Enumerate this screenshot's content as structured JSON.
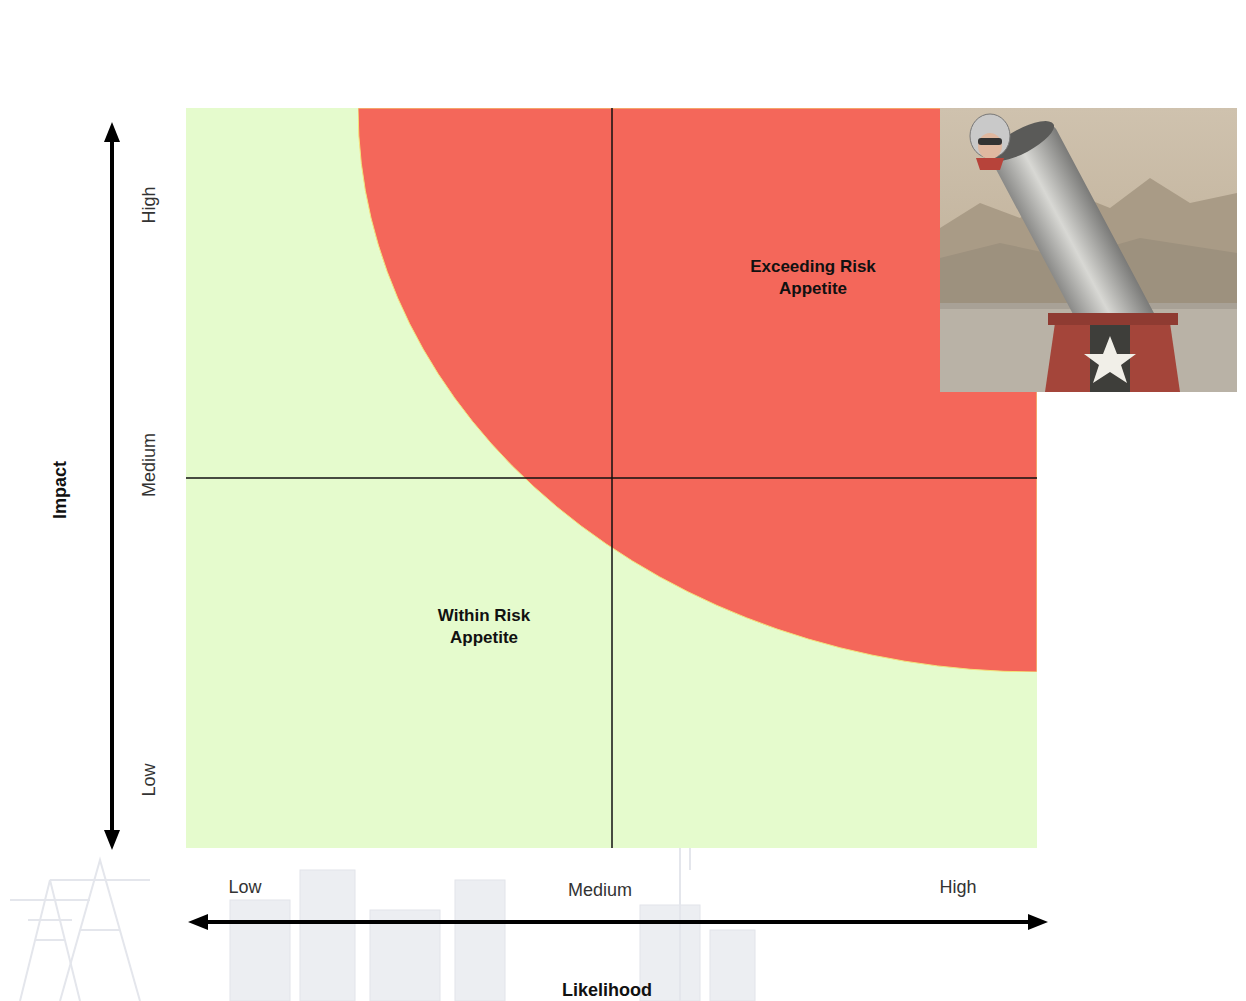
{
  "diagram": {
    "nodes": [
      {
        "text": [
          "Within Risk Appetite"
        ]
      },
      {
        "text": [
          "Exceeding Risk Appetite"
        ],
        "in": 0
      }
    ],
    "labels": [
      "High",
      "Medium",
      "Low",
      "Impact",
      "Low",
      "Medium",
      "High",
      "Likelihood"
    ]
  }
}
